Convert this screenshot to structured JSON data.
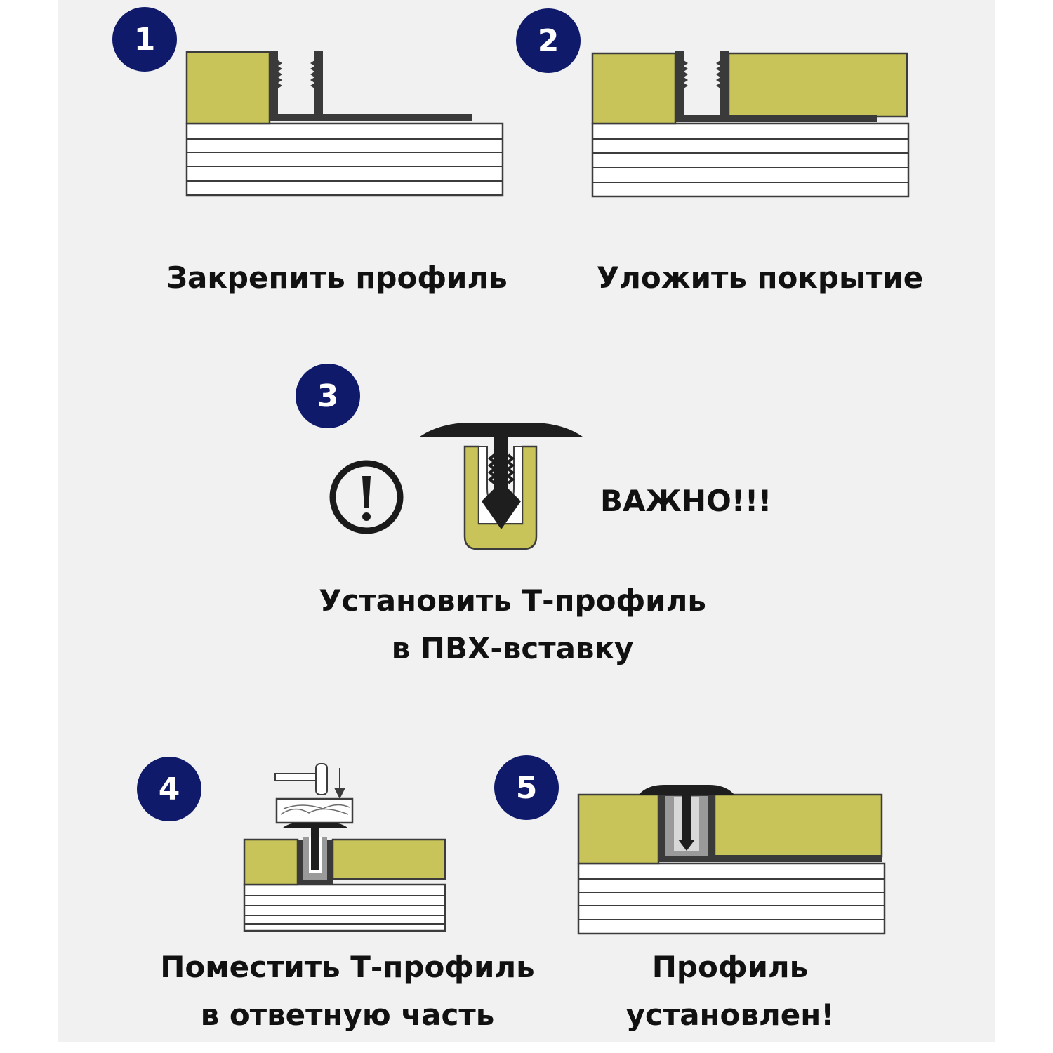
{
  "steps": [
    {
      "number": "1",
      "caption": "Закрепить профиль"
    },
    {
      "number": "2",
      "caption": "Уложить покрытие"
    },
    {
      "number": "3",
      "caption_line1": "Установить Т-профиль",
      "caption_line2": "в ПВХ-вставку"
    },
    {
      "number": "4",
      "caption_line1": "Поместить Т-профиль",
      "caption_line2": "в ответную часть"
    },
    {
      "number": "5",
      "caption_line1": "Профиль",
      "caption_line2": "установлен!"
    }
  ],
  "warning": {
    "text": "ВАЖНО!!!",
    "icon": "exclamation-circle-icon"
  },
  "colors": {
    "badge": "#0f1a6b",
    "covering": "#c8c45a",
    "profile": "#3a3a3a",
    "subfloor": "#ffffff",
    "panel": "#f1f1f1"
  }
}
